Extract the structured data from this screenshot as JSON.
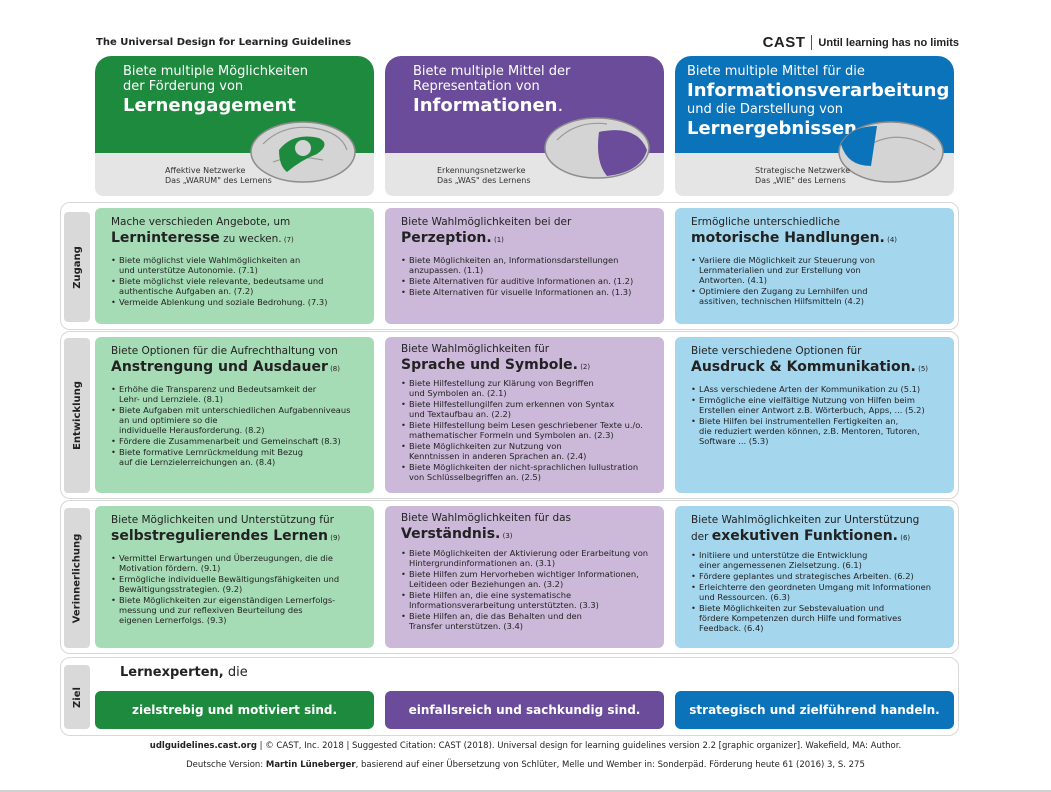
{
  "title": "The Universal Design for Learning Guidelines",
  "logo": {
    "word": "CAST",
    "tagline": "Until learning has no limits"
  },
  "colors": {
    "green": "#1e8a3e",
    "purple": "#6b4c9a",
    "blue": "#0b73ba",
    "green_light": "#a6dcb5",
    "purple_light": "#ccb9d9",
    "blue_light": "#a4d6ee"
  },
  "headers": [
    {
      "line1": "Biete multiple Möglichkeiten",
      "line2": "der Förderung von",
      "big": "Lernengagement",
      "net1": "Affektive Netzwerke",
      "net2": "Das „WARUM\" des Lernens",
      "icon": "brain-icon"
    },
    {
      "line1": "Biete multiple Mittel der",
      "line2": "Representation von",
      "big": "Informationen",
      "big_suffix": ".",
      "net1": "Erkennungsnetzwerke",
      "net2": "Das „WAS\" des Lernens",
      "icon": "brain-icon"
    },
    {
      "line1": "Biete multiple Mittel für die",
      "big": "Informationsverarbeitung",
      "line2": "und die Darstellung von",
      "big2": "Lernergebnissen.",
      "net1": "Strategische Netzwerke",
      "net2": "Das „WIE\" des Lernens",
      "icon": "brain-icon"
    }
  ],
  "rows": [
    {
      "label": "Zugang",
      "cells": [
        {
          "intro": "Mache verschieden Angebote, um",
          "key": "Lerninteresse",
          "suffix": " zu wecken.",
          "num": " (7)",
          "bullets": [
            "Biete möglichst viele Wahlmöglichkeiten an\nund unterstütze Autonomie. (7.1)",
            "Biete möglichst viele relevante, bedeutsame und\nauthentische Aufgaben an. (7.2)",
            "Vermeide Ablenkung und soziale Bedrohung. (7.3)"
          ]
        },
        {
          "intro": "Biete Wahlmöglichkeiten bei der",
          "key": "Perzeption.",
          "suffix": "",
          "num": " (1)",
          "bullets": [
            "Biete Möglichkeiten an, Informationsdarstellungen\nanzupassen. (1.1)",
            "Biete Alternativen für auditive Informationen an. (1.2)",
            "Biete Alternativen für visuelle Informationen an. (1.3)"
          ]
        },
        {
          "intro": "Ermögliche unterschiedliche",
          "key": "motorische Handlungen.",
          "suffix": "",
          "num": " (4)",
          "bullets": [
            "Variiere die Möglichkeit zur Steuerung von\nLernmaterialien und zur Erstellung von\nAntworten. (4.1)",
            "Optimiere den Zugang zu Lernhilfen und\nassitiven, technischen Hilfsmitteln (4.2)"
          ]
        }
      ]
    },
    {
      "label": "Entwicklung",
      "cells": [
        {
          "intro": "Biete Optionen für die Aufrechthaltung von",
          "key": "Anstrengung und Ausdauer",
          "suffix": "",
          "num": " (8)",
          "bullets": [
            "Erhöhe die Transparenz und Bedeutsamkeit der\nLehr- und Lernziele. (8.1)",
            "Biete Aufgaben mit unterschiedlichen Aufgabenniveaus\nan und optimiere so die\nindividuelle Herausforderung. (8.2)",
            "Fördere die Zusammenarbeit und Gemeinschaft (8.3)",
            "Biete formative Lernrückmeldung mit Bezug\nauf die Lernzielerreichungen an. (8.4)"
          ]
        },
        {
          "intro": "Biete Wahlmöglichkeiten für",
          "key": "Sprache und Symbole.",
          "suffix": "",
          "num": " (2)",
          "bullets": [
            "Biete Hilfestellung zur Klärung von Begriffen\nund Symbolen an. (2.1)",
            "Biete Hilfestellungilfen zum erkennen von Syntax\nund Textaufbau an. (2.2)",
            "Biete Hilfestellung beim Lesen geschriebener Texte u./o.\nmathematischer Formeln und Symbolen an. (2.3)",
            "Biete Möglichkeiten zur Nutzung von\nKenntnissen in anderen Sprachen an. (2.4)",
            "Biete Möglichkeiten der nicht-sprachlichen Iullustration\nvon Schlüsselbegriffen an. (2.5)"
          ]
        },
        {
          "intro": "Biete verschiedene Optionen für",
          "key": "Ausdruck & Kommunikation.",
          "suffix": "",
          "num": " (5)",
          "bullets": [
            "LAss verschiedene Arten der Kommunikation zu (5.1)",
            "Ermögliche eine vielfältige Nutzung von Hilfen beim\nErstellen einer Antwort z.B. Wörterbuch, Apps, ... (5.2)",
            "Biete Hilfen bei instrumentellen Fertigkeiten an,\ndie reduziert werden können, z.B. Mentoren, Tutoren,\nSoftware ... (5.3)"
          ]
        }
      ]
    },
    {
      "label": "Verinnerlichung",
      "cells": [
        {
          "intro": "Biete Möglichkeiten und Unterstützung für",
          "key": "selbstreguliere ndes Lernen",
          "suffix": "",
          "num": " (9)",
          "bullets": [
            "Vermittel Erwartungen und Überzeugungen, die die\nMotivation fördern. (9.1)",
            "Ermögliche individuelle Bewältigungsfähigkeiten und\nBewältigungsstrategien. (9.2)",
            "Biete Möglichkeiten zur eigenständigen Lernerfolgs-\nmessung und zur reflexiven Beurteilung des\neigenen Lernerfolgs. (9.3)"
          ]
        },
        {
          "intro": "Biete Wahlmöglichkeiten für das",
          "key": "Verständnis.",
          "suffix": "",
          "num": " (3)",
          "bullets": [
            "Biete Möglichkeiten der Aktivierung oder Erarbeitung von\nHintergrundinformationen an. (3.1)",
            "Biete Hilfen zum Hervorheben wichtiger Informationen,\nLeitideen oder Beziehungen an. (3.2)",
            "Biete Hilfen an, die eine systematische\nInformationsverarbeitung unterstützten. (3.3)",
            "Biete Hilfen an, die das Behalten und den\nTransfer unterstützen. (3.4)"
          ]
        },
        {
          "intro": "Biete Wahlmöglichkeiten zur Unterstützung",
          "intro2": "der ",
          "key": "exekutiven Funktionen.",
          "suffix": "",
          "num": " (6)",
          "bullets": [
            "Initiiere und unterstütze die Entwicklung\neiner angemessenen Zielsetzung. (6.1)",
            "Fördere geplantes und strategisches Arbeiten. (6.2)",
            "Erleichterre den geordneten Umgang mit Informationen\nund Ressourcen. (6.3)",
            "Biete Möglichkeiten zur Sebstevaluation und\nfördere Kompetenzen durch Hilfe und formatives\nFeedback. (6.4)"
          ]
        }
      ]
    }
  ],
  "ziel": {
    "label": "Ziel",
    "intro_bold": "Lernexperten,",
    "intro_rest": " die",
    "pills": [
      "zielstrebig und motiviert sind.",
      "einfallsreich und sachkundig sind.",
      "strategisch und zielführend handeln."
    ]
  },
  "footer": {
    "site": "udlguidelines.cast.org",
    "line1_rest": " | © CAST, Inc. 2018  |  Suggested Citation: CAST (2018). Universal design for learning guidelines version 2.2 [graphic organizer]. Wakefield, MA: Author.",
    "line2_pre": "Deutsche Version: ",
    "line2_name": "Martin Lüneberger",
    "line2_rest": ", basierend auf einer Übersetzung von Schlüter, Melle und Wember in: Sonderpäd. Förderung heute 61 (2016) 3, S. 275"
  }
}
